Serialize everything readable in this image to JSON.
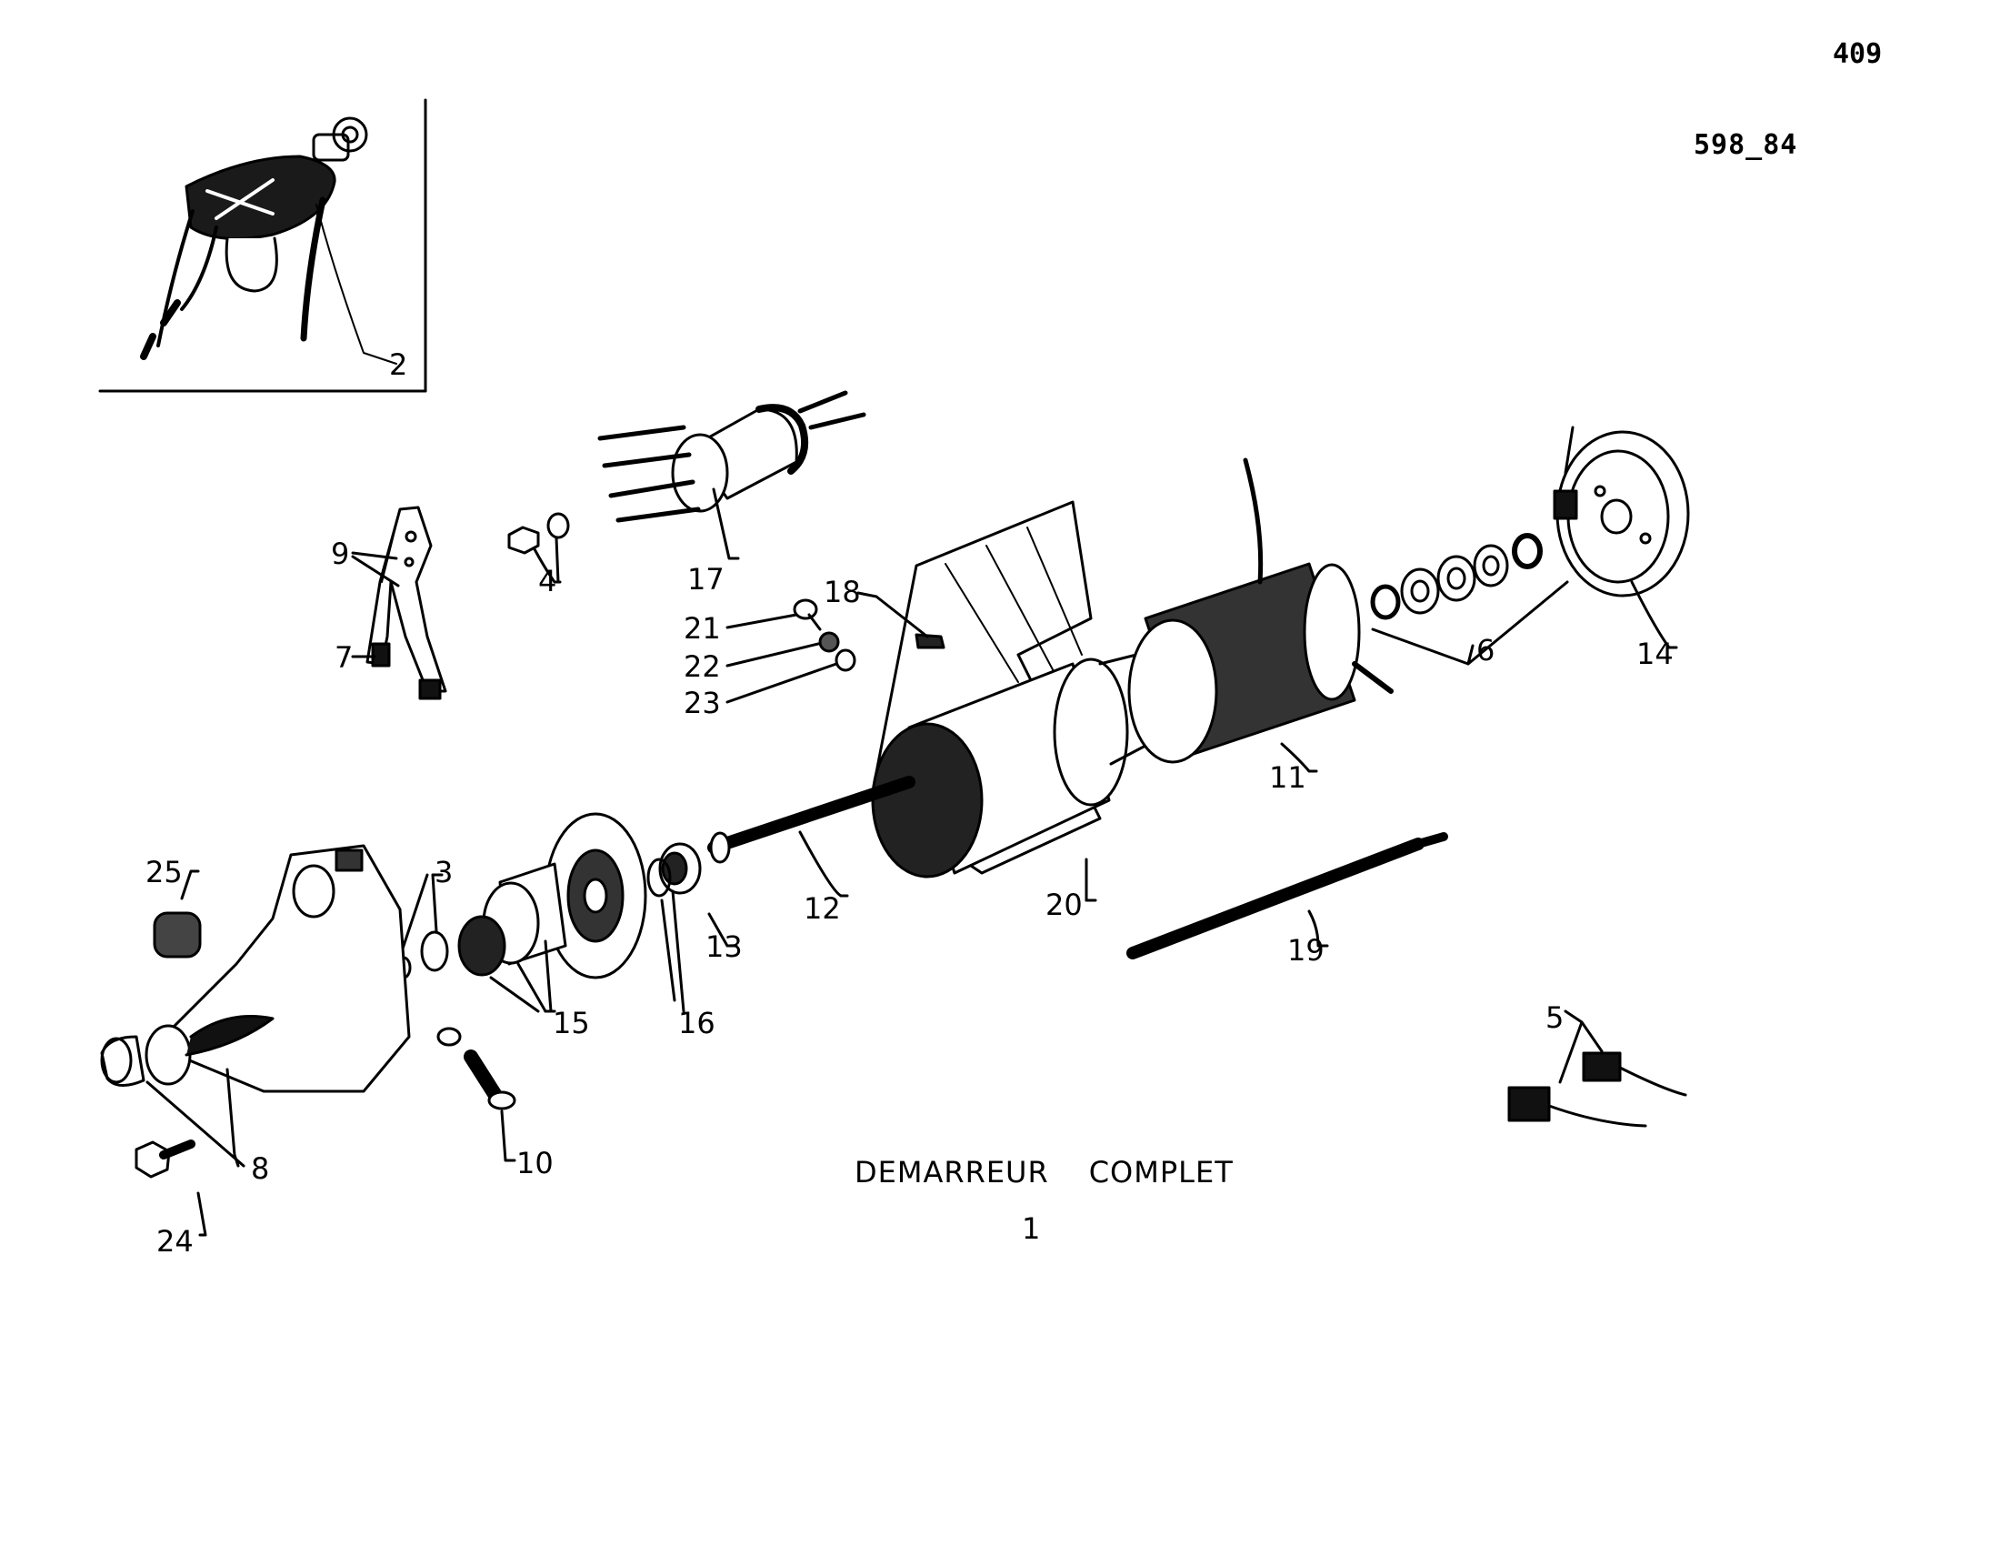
{
  "header": {
    "page_number": "409",
    "plate_reference": "598_84"
  },
  "caption": {
    "title_word_1": "DEMARREUR",
    "title_word_2": "COMPLET",
    "item_number": "1"
  },
  "callouts": {
    "c2": "2",
    "c3": "3",
    "c4": "4",
    "c5": "5",
    "c6": "6",
    "c7": "7",
    "c8": "8",
    "c9": "9",
    "c10": "10",
    "c11": "11",
    "c12": "12",
    "c13": "13",
    "c14": "14",
    "c15": "15",
    "c16": "16",
    "c17": "17",
    "c18": "18",
    "c19": "19",
    "c20": "20",
    "c21": "21",
    "c22": "22",
    "c23": "23",
    "c24": "24",
    "c25": "25"
  }
}
